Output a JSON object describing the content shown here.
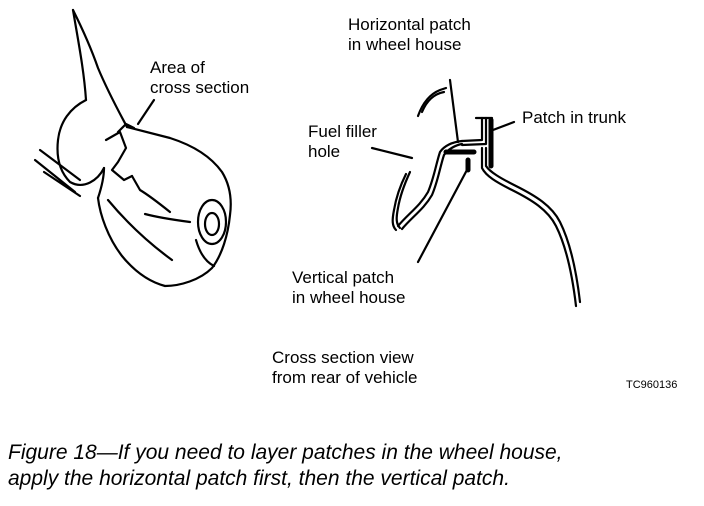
{
  "labels": {
    "area_line1": "Area of",
    "area_line2": "cross section",
    "horizontal_line1": "Horizontal patch",
    "horizontal_line2": "in wheel house",
    "fuel_line1": "Fuel filler",
    "fuel_line2": "hole",
    "trunk": "Patch in trunk",
    "vertical_line1": "Vertical patch",
    "vertical_line2": "in wheel house",
    "view_line1": "Cross section view",
    "view_line2": "from rear of vehicle",
    "code": "TC960136"
  },
  "caption": {
    "line1": "Figure 18—If you need to layer patches in the wheel house,",
    "line2": "apply the horizontal patch first, then the vertical patch."
  }
}
